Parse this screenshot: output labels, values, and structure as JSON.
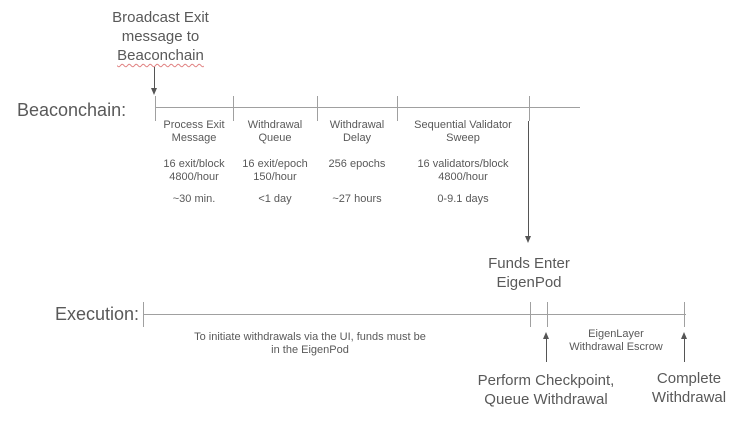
{
  "beaconchain_row": {
    "label": "Beaconchain:",
    "broadcast_annotation": {
      "text": "Broadcast Exit\nmessage to\n",
      "underlined_word": "Beaconchain"
    },
    "segments": [
      {
        "title": "Process Exit\nMessage",
        "rate": "16 exit/block\n4800/hour",
        "duration": "~30 min."
      },
      {
        "title": "Withdrawal\nQueue",
        "rate": "16 exit/epoch\n150/hour",
        "duration": "<1 day"
      },
      {
        "title": "Withdrawal\nDelay",
        "rate": "256 epochs",
        "duration": "~27 hours"
      },
      {
        "title": "Sequential Validator\nSweep",
        "rate": "16 validators/block\n4800/hour",
        "duration": "0-9.1 days"
      }
    ],
    "funds_enter_label": "Funds Enter\nEigenPod"
  },
  "execution_row": {
    "label": "Execution:",
    "ui_note": "To initiate withdrawals via the UI, funds must be\nin the EigenPod",
    "escrow_label": "EigenLayer\nWithdrawal Escrow",
    "checkpoint_label": "Perform Checkpoint,\nQueue Withdrawal",
    "complete_label": "Complete\nWithdrawal"
  },
  "colors": {
    "text": "#595959",
    "line": "#a0a0a0",
    "arrow": "#555555",
    "squiggle": "#e08080"
  }
}
